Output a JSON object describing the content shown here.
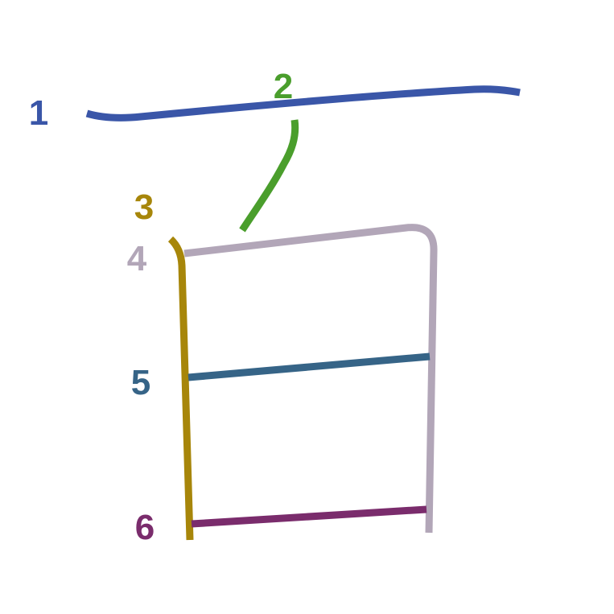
{
  "strokes": [
    {
      "number": "1",
      "color": "#3a56a8"
    },
    {
      "number": "2",
      "color": "#4a9e2c"
    },
    {
      "number": "3",
      "color": "#a7860a"
    },
    {
      "number": "4",
      "color": "#b2a6b8"
    },
    {
      "number": "5",
      "color": "#366487"
    },
    {
      "number": "6",
      "color": "#7a2c6c"
    }
  ]
}
